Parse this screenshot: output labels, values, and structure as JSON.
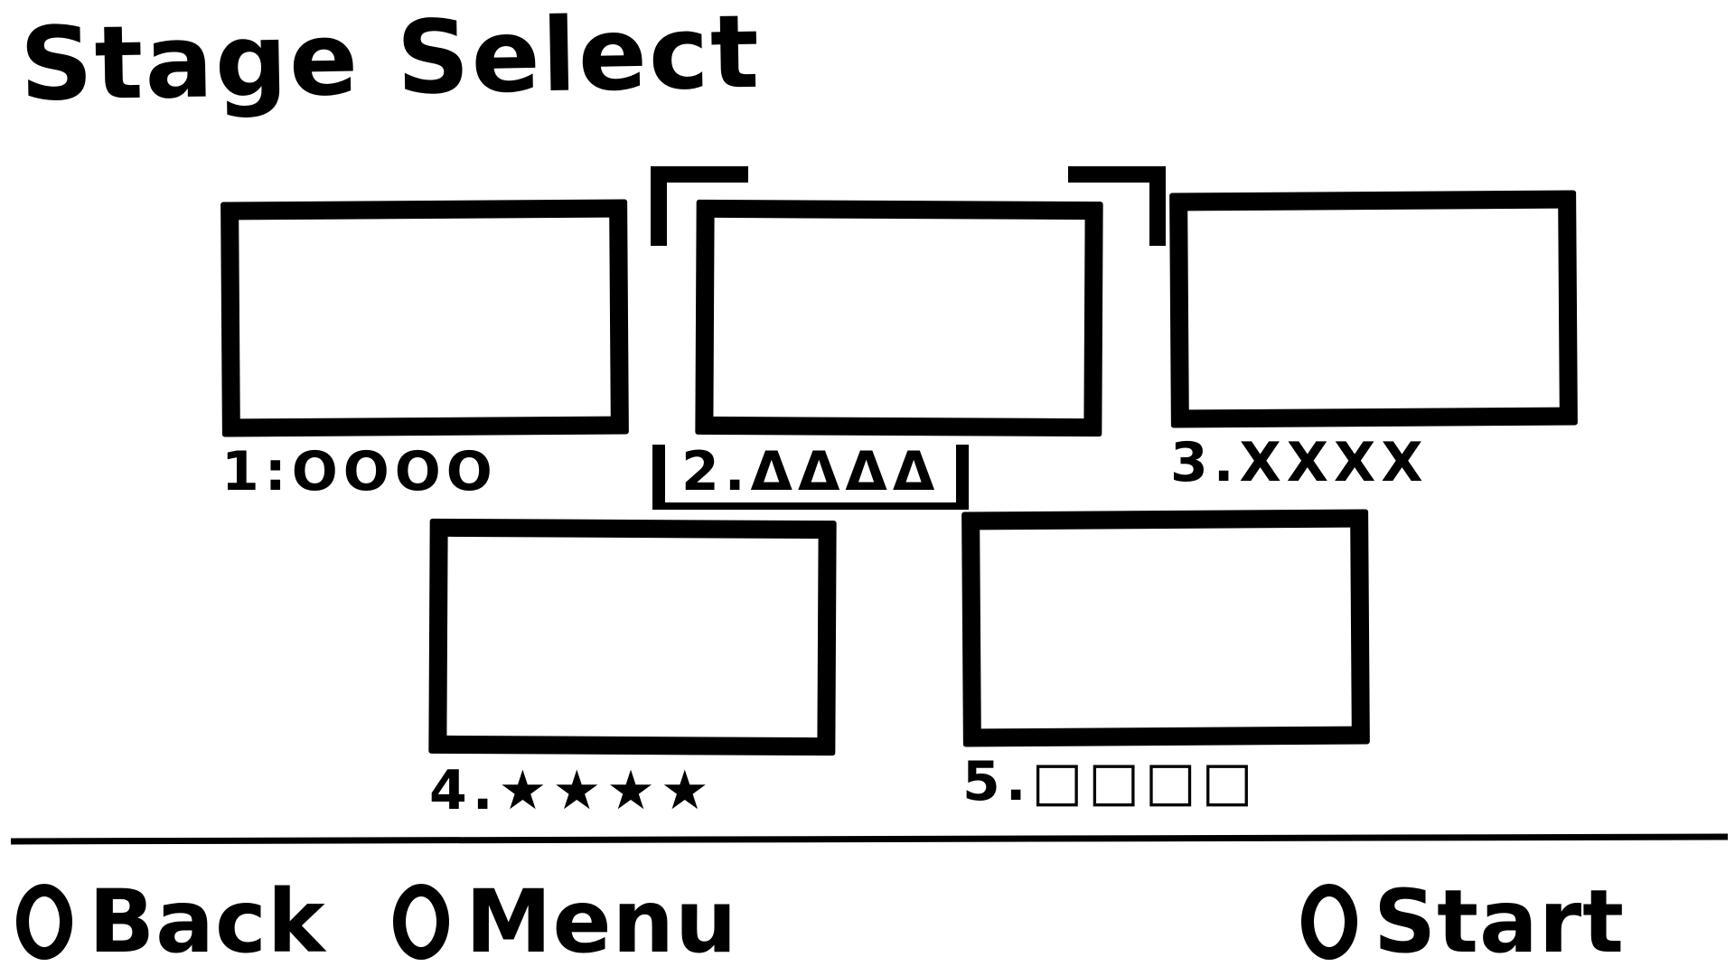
{
  "screen": {
    "title": "Stage Select"
  },
  "stages": [
    {
      "label": "1:OOOO",
      "selected": false
    },
    {
      "label": "2.ΔΔΔΔ",
      "selected": true
    },
    {
      "label": "3.XXXX",
      "selected": false
    },
    {
      "label": "4.★★★★",
      "selected": false
    },
    {
      "label": "5.□□□□",
      "selected": false
    }
  ],
  "footer": {
    "back_label": "Back",
    "menu_label": "Menu",
    "start_label": "Start",
    "back_icon": "circle-icon",
    "menu_icon": "circle-icon",
    "start_icon": "circle-icon"
  }
}
